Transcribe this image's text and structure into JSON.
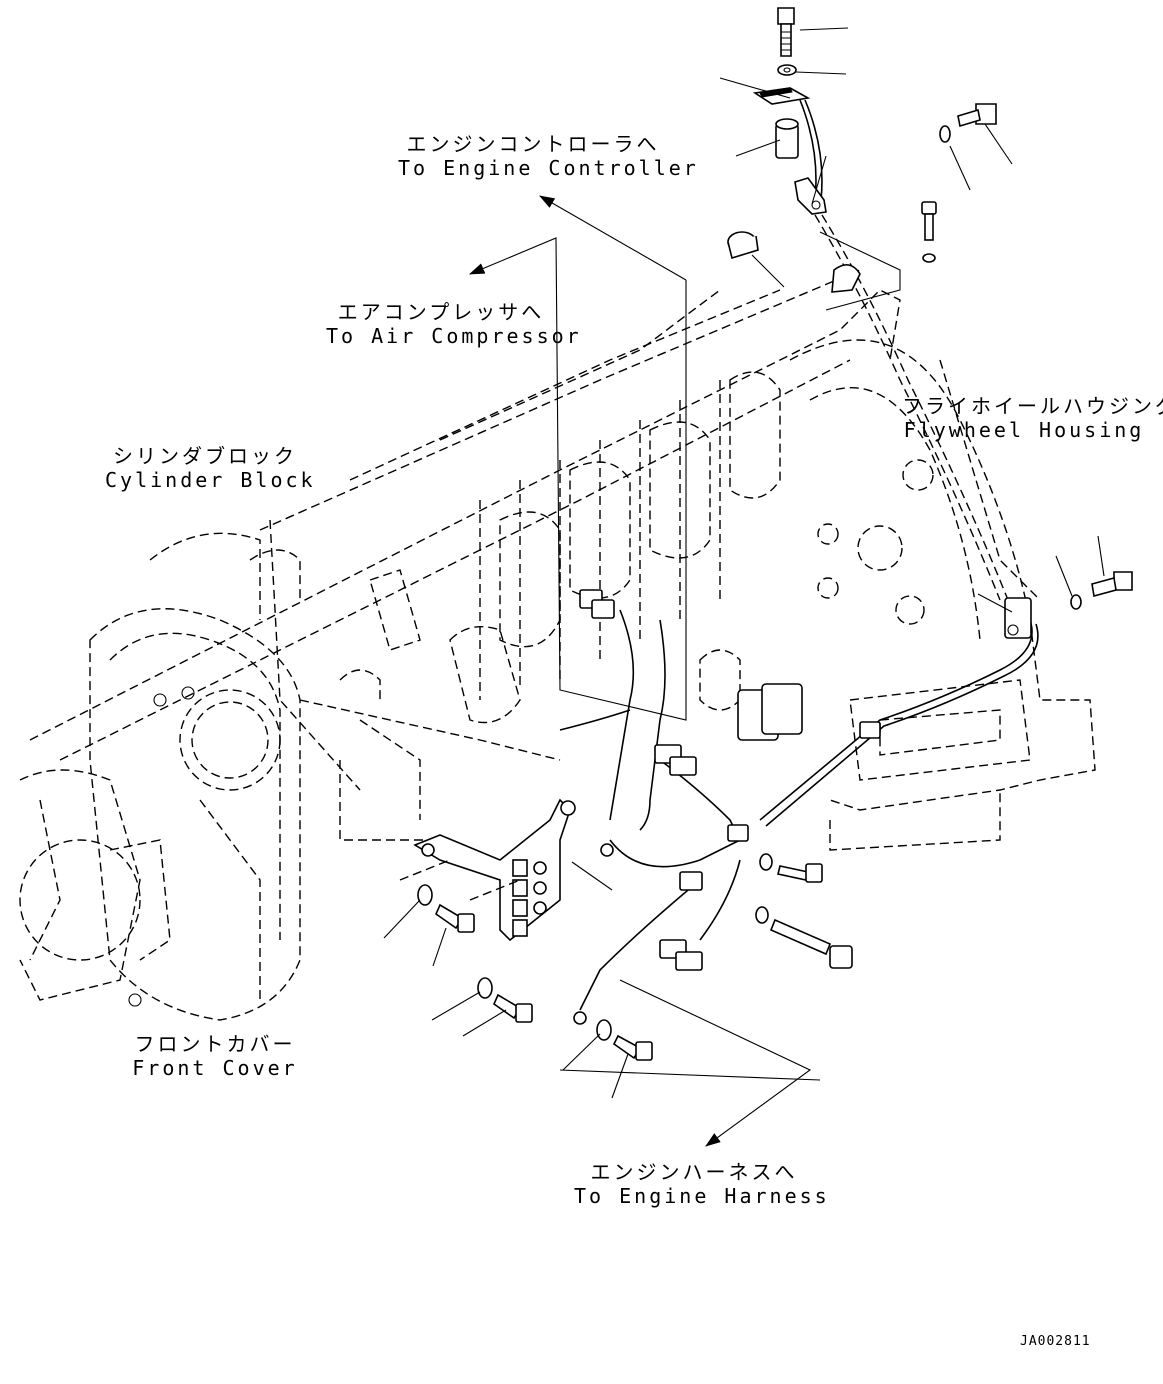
{
  "labels": {
    "engine_controller": {
      "ja": "エンジンコントローラへ",
      "en": "To Engine Controller"
    },
    "air_compressor": {
      "ja": "エアコンプレッサへ",
      "en": "To Air Compressor"
    },
    "flywheel_housing": {
      "ja": "フライホイールハウジング",
      "en": "Flywheel Housing"
    },
    "cylinder_block": {
      "ja": "シリンダブロック",
      "en": "Cylinder Block"
    },
    "front_cover": {
      "ja": "フロントカバー",
      "en": "Front Cover"
    },
    "engine_harness": {
      "ja": "エンジンハーネスへ",
      "en": "To Engine Harness"
    }
  },
  "drawing_code": "JA002811"
}
